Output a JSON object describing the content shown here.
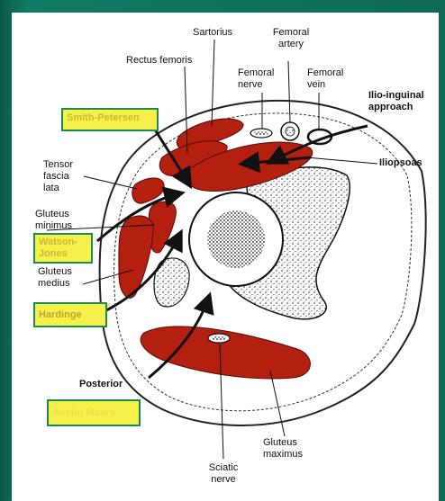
{
  "colors": {
    "background": "#0f6a55",
    "muscle": "#b3200f",
    "highlight": "#f6f04a",
    "highlight_border": "#1c8a55",
    "approach_text_yellow": "#e8d84a"
  },
  "labels": {
    "sartorius": "Sartorius",
    "femoral_artery": "Femoral\nartery",
    "rectus_femoris": "Rectus femoris",
    "femoral_nerve": "Femoral\nnerve",
    "femoral_vein": "Femoral\nvein",
    "ilio_inguinal": "Ilio-inguinal\napproach",
    "iliopsoas": "Iliopsoas",
    "tensor_fascia_lata": "Tensor\nfascia\nlata",
    "gluteus_minimus": "Gluteus\nminimus",
    "gluteus_medius": "Gluteus\nmedius",
    "posterior": "Posterior",
    "gluteus_maximus": "Gluteus\nmaximus",
    "sciatic_nerve": "Sciatic\nnerve"
  },
  "approaches": {
    "smith_petersen": "Smith-Petersen",
    "watson_jones": "Watson-\nJones",
    "hardinge": "Hardinge",
    "austin_moore": "Austin Moore"
  }
}
